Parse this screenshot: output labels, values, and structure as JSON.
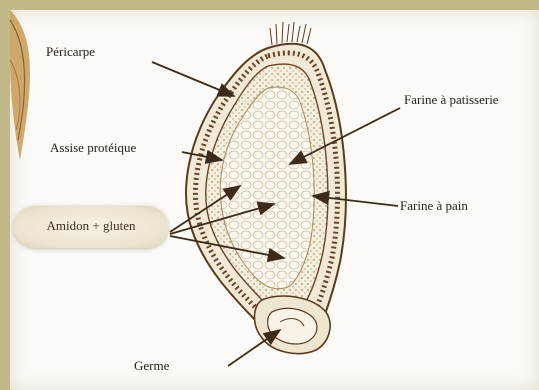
{
  "labels": {
    "pericarpe": "Péricarpe",
    "assise": "Assise protéique",
    "amidon": "Amidon + gluten",
    "farine_patisserie": "Farine à patisserie",
    "farine_pain": "Farine à pain",
    "germe": "Germe"
  },
  "colors": {
    "frame": "#c6bd8c",
    "outline": "#5a3b1f",
    "endosperm": "#f3ecdc",
    "arrow": "#4a3320"
  }
}
